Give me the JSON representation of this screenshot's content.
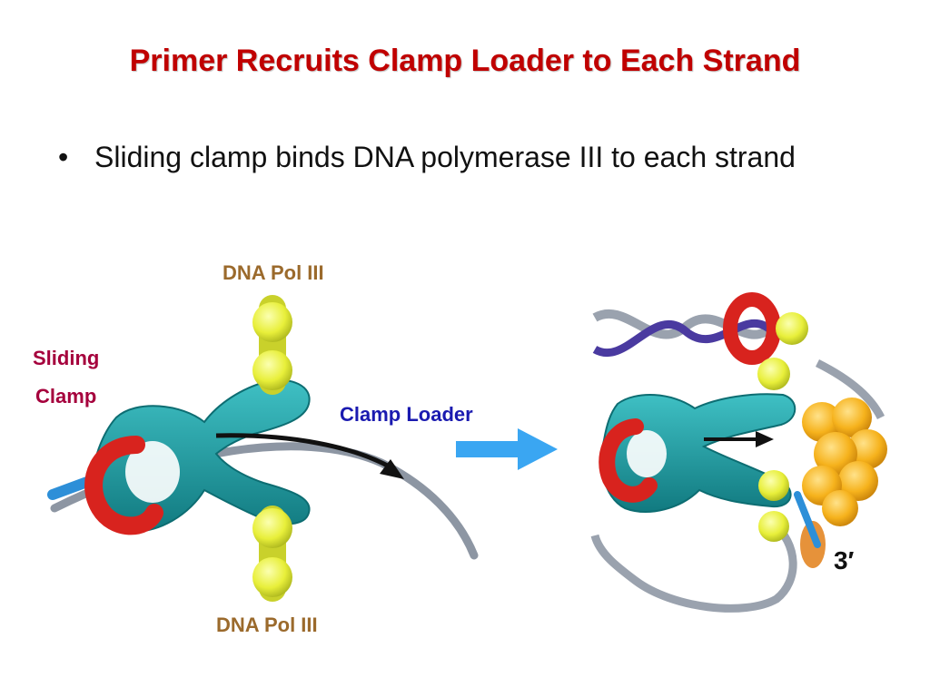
{
  "slide": {
    "title": "Primer Recruits Clamp Loader to Each Strand",
    "bullet_symbol": "•",
    "bullet_text": "Sliding clamp binds DNA polymerase III to each strand"
  },
  "labels": {
    "dna_pol_top": "DNA Pol III",
    "dna_pol_bottom": "DNA Pol III",
    "sliding_clamp_line1": "Sliding",
    "sliding_clamp_line2": "Clamp",
    "clamp_loader": "Clamp Loader",
    "three_prime": "3′"
  },
  "colors": {
    "title": "#c00000",
    "pol_label": "#9b6a2c",
    "sliding_label": "#a5003c",
    "loader_label": "#1a1ab0",
    "teal_body": "#1e9aa0",
    "yellow_ball": "#e8ef3a",
    "red_clamp": "#d8231e",
    "orange_loader": "#f6b21c",
    "arrow_blue": "#3aa6f2",
    "dna_grey": "#8d96a3"
  }
}
